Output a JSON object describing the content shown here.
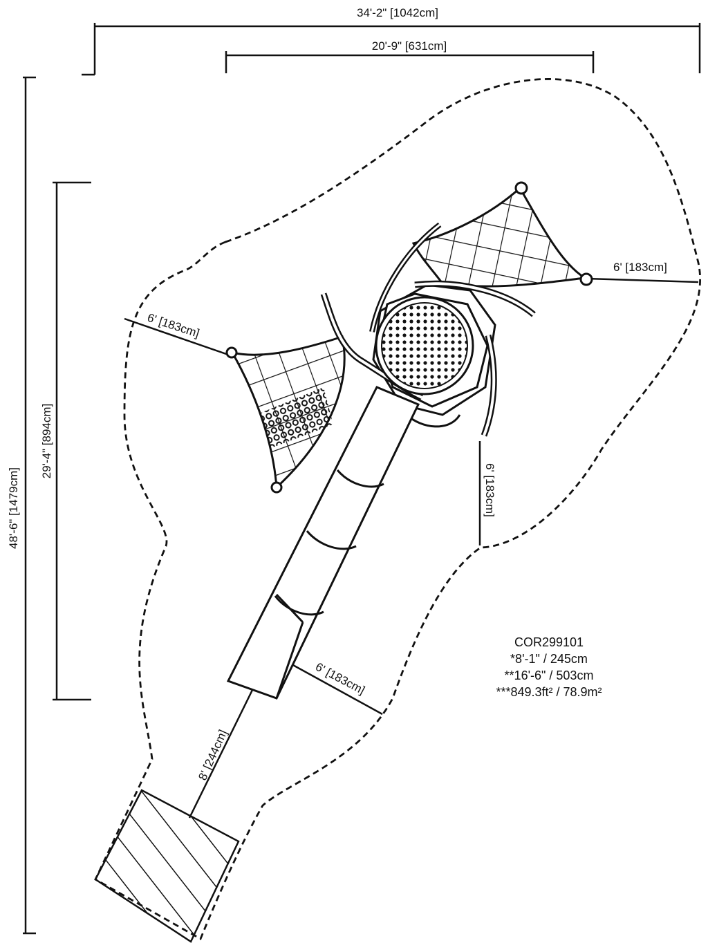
{
  "dimensions": {
    "overall_width": "34'-2\" [1042cm]",
    "structure_width": "20'-9\" [631cm]",
    "overall_length": "48'-6\" [1479cm]",
    "structure_length": "29'-4\" [894cm]",
    "clearance_right_net": "6' [183cm]",
    "clearance_left_net": "6' [183cm]",
    "clearance_right_side": "6' [183cm]",
    "clearance_slide_side": "6' [183cm]",
    "slide_exit": "8' [244cm]"
  },
  "info": {
    "model": "COR299101",
    "fall_height": "*8'-1\" / 245cm",
    "max_height": "**16'-6\" / 503cm",
    "area": "***849.3ft² / 78.9m²"
  }
}
